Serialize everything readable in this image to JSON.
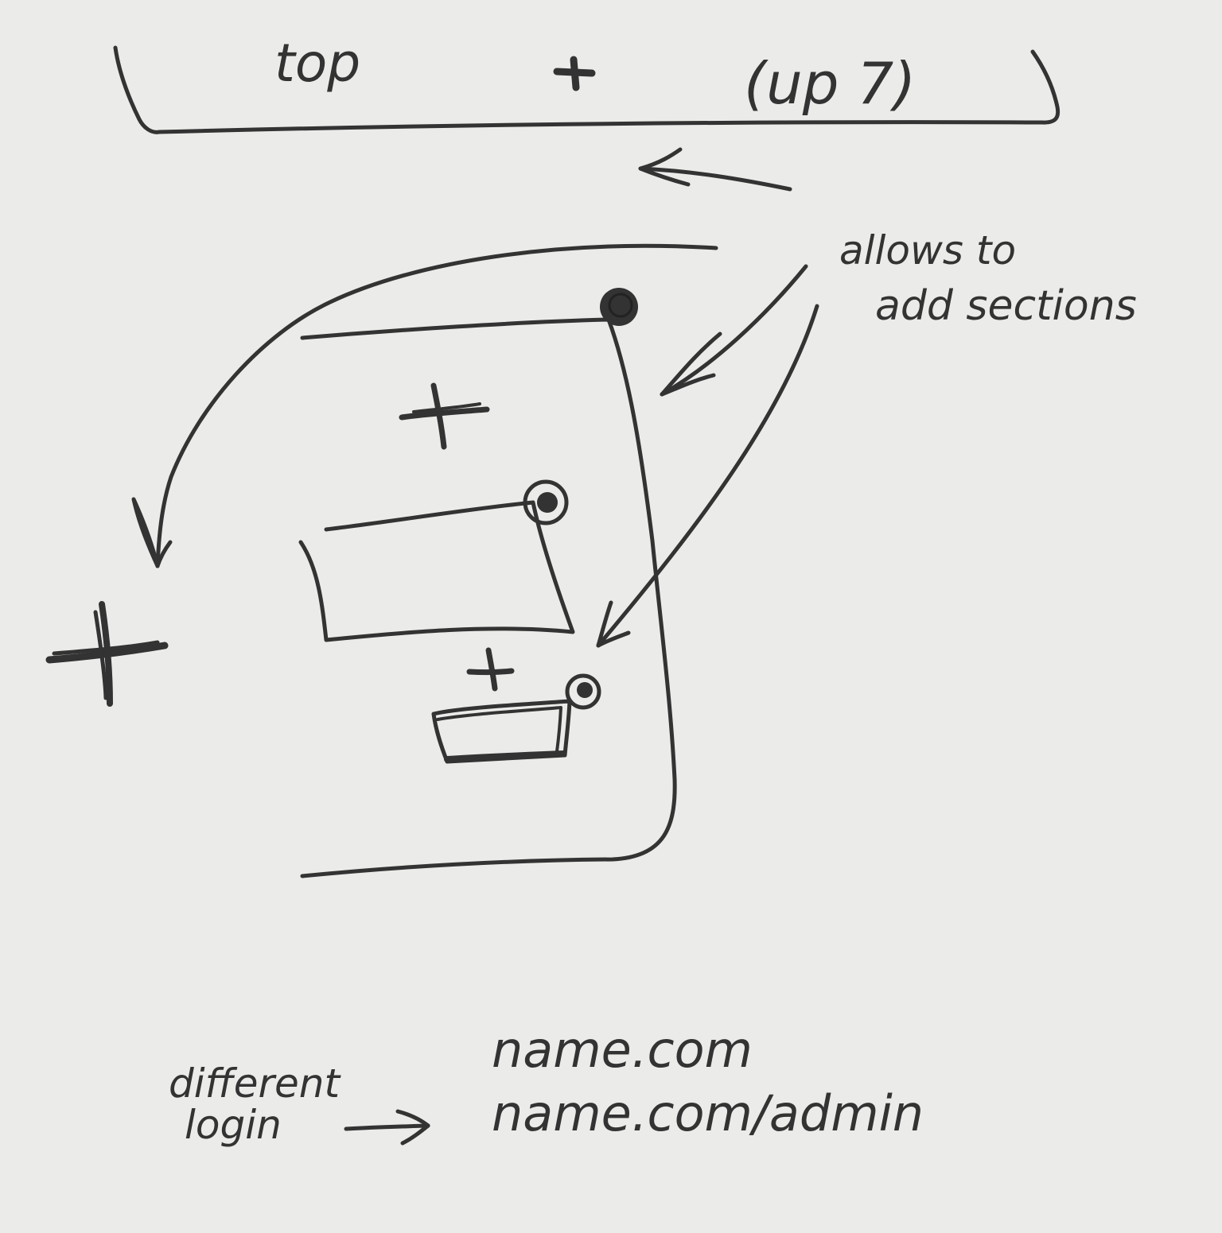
{
  "page": {
    "background_color": "#ebebe9",
    "ink_color": "#333333"
  },
  "header_bar": {
    "left_label": "top",
    "center_icon": "plus-icon",
    "right_label": "(up 7)"
  },
  "annotation": {
    "line_1": "allows to",
    "line_2": "add sections"
  },
  "section_panel": {
    "add_icons": [
      "plus-icon",
      "plus-icon",
      "plus-icon"
    ],
    "handle_icons": [
      "handle-dot-icon",
      "handle-dot-icon",
      "handle-dot-icon"
    ]
  },
  "login_note": {
    "label_line_1": "different",
    "label_line_2": "login",
    "arrow_icon": "arrow-right-icon",
    "url_public": "name.com",
    "url_admin": "name.com/admin"
  }
}
